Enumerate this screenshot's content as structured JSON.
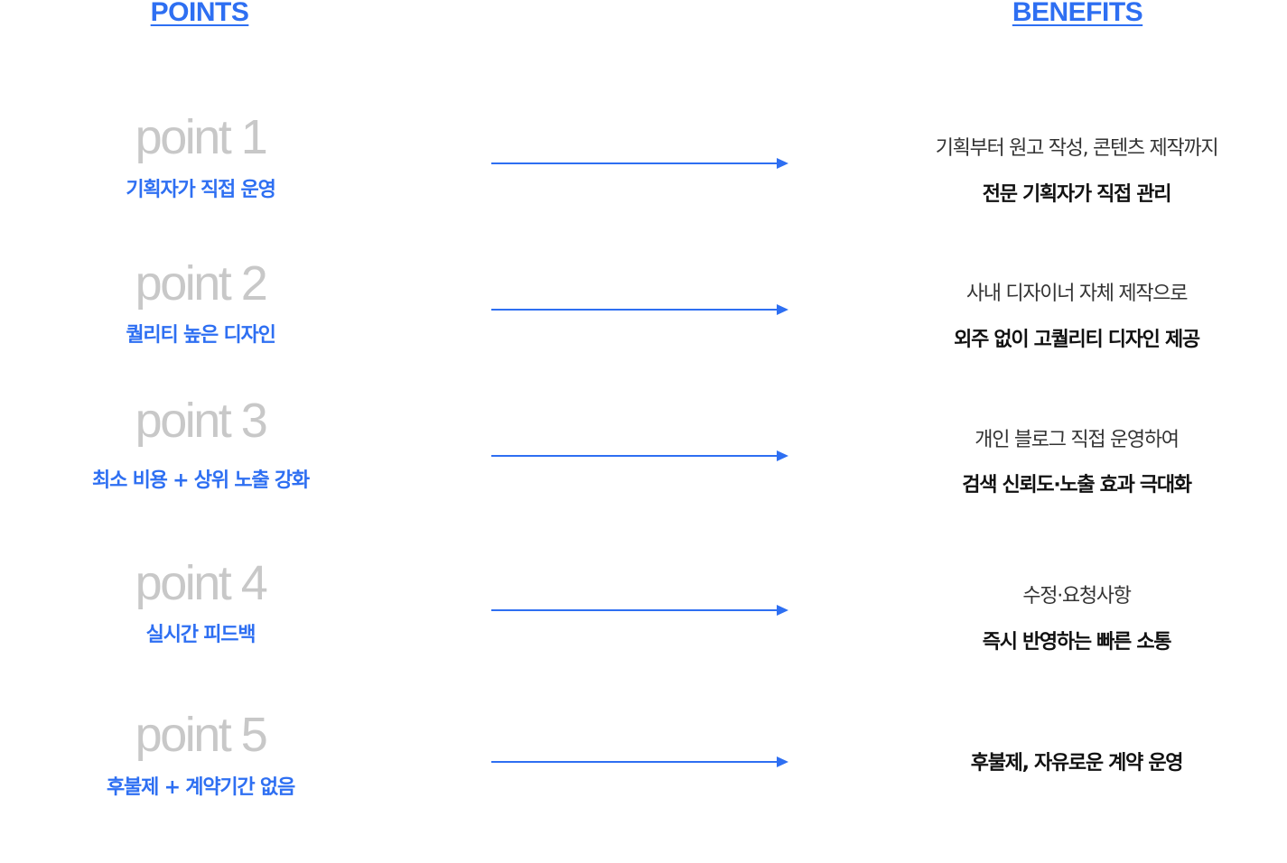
{
  "headers": {
    "points": "POINTS",
    "benefits": "BENEFITS"
  },
  "colors": {
    "accent": "#2e6ff2",
    "point_number": "#c8c8c8",
    "benefit_text": "#111111"
  },
  "rows": [
    {
      "point_label": "point 1",
      "point_title": "기획자가 직접 운영",
      "benefit_sub": "기획부터 원고 작성, 콘텐츠 제작까지",
      "benefit_main": "전문 기획자가 직접 관리"
    },
    {
      "point_label": "point 2",
      "point_title": "퀄리티 높은 디자인",
      "benefit_sub": "사내 디자이너 자체 제작으로",
      "benefit_main": "외주 없이 고퀄리티 디자인 제공"
    },
    {
      "point_label": "point 3",
      "point_title": "최소 비용 + 상위 노출 강화",
      "benefit_sub": "개인 블로그 직접 운영하여",
      "benefit_main": "검색 신뢰도·노출 효과 극대화"
    },
    {
      "point_label": "point 4",
      "point_title": "실시간 피드백",
      "benefit_sub": "수정·요청사항",
      "benefit_main": "즉시 반영하는 빠른 소통"
    },
    {
      "point_label": "point 5",
      "point_title": "후불제 + 계약기간 없음",
      "benefit_sub": "",
      "benefit_main": "후불제, 자유로운 계약 운영"
    }
  ]
}
